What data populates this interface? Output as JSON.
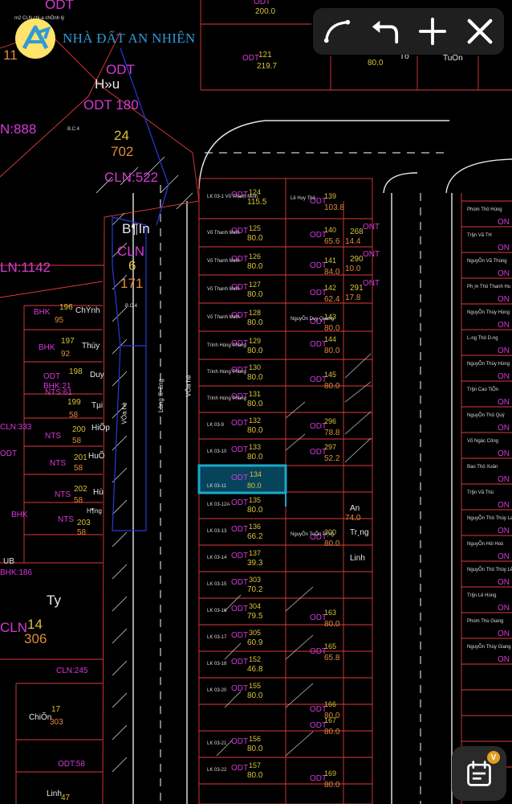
{
  "brand": {
    "name": "NHÀ ĐẤT AN NHIÊN",
    "logo_icon": "an-nhien-logo-icon",
    "accent": "#2f9ad6"
  },
  "toolbar": {
    "icons": [
      "arc-draw-icon",
      "undo-icon",
      "plus-icon",
      "close-icon"
    ]
  },
  "calendar_button": {
    "icon": "calendar-icon",
    "badge": "V"
  },
  "selected_parcel": {
    "label": "ODT",
    "number": "134",
    "area": "80.0",
    "code": "LK 03-11"
  },
  "colors": {
    "parcel_line": "#e03a3a",
    "label": "#d63ad6",
    "area": "#d8c23a",
    "selection": "#1aa8c8"
  },
  "map": {
    "left_labels": [
      {
        "t": "ODT",
        "c": "mag",
        "s": 17
      },
      {
        "t": "11",
        "c": "ora",
        "s": 17
      },
      {
        "t": "m2 CLN chi-a chÖnh lý",
        "c": "sm",
        "s": 6
      },
      {
        "t": "ODT",
        "c": "mag",
        "s": 17
      },
      {
        "t": "H»u",
        "c": "wht",
        "s": 17
      },
      {
        "t": "ODT 180",
        "c": "mag",
        "s": 17
      },
      {
        "t": "N:888",
        "c": "mag",
        "s": 17
      },
      {
        "t": "24",
        "c": "yel",
        "s": 17
      },
      {
        "t": "702",
        "c": "ora",
        "s": 17
      },
      {
        "t": "CLN:522",
        "c": "mag",
        "s": 17
      },
      {
        "t": "B¶In",
        "c": "wht",
        "s": 17
      },
      {
        "t": "CLN",
        "c": "mag",
        "s": 17
      },
      {
        "t": "6",
        "c": "yel",
        "s": 17
      },
      {
        "t": "171",
        "c": "ora",
        "s": 17
      },
      {
        "t": "LN:1142",
        "c": "mag",
        "s": 17
      },
      {
        "t": "BHK",
        "c": "mag",
        "s": 10
      },
      {
        "t": "196",
        "c": "yel",
        "s": 10
      },
      {
        "t": "95",
        "c": "ora",
        "s": 10
      },
      {
        "t": "ChÝnh",
        "c": "wht",
        "s": 10
      },
      {
        "t": "BHK",
        "c": "mag",
        "s": 10
      },
      {
        "t": "197",
        "c": "yel",
        "s": 10
      },
      {
        "t": "92",
        "c": "ora",
        "s": 10
      },
      {
        "t": "Thúy",
        "c": "wht",
        "s": 10
      },
      {
        "t": "ODT",
        "c": "mag",
        "s": 10
      },
      {
        "t": "198",
        "c": "yel",
        "s": 10
      },
      {
        "t": "Duy",
        "c": "wht",
        "s": 10
      },
      {
        "t": "BHK:21",
        "c": "mag",
        "s": 10
      },
      {
        "t": "NTS:61",
        "c": "mag",
        "s": 10
      },
      {
        "t": "199",
        "c": "yel",
        "s": 10
      },
      {
        "t": "58",
        "c": "ora",
        "s": 10
      },
      {
        "t": "Tµi",
        "c": "wht",
        "s": 10
      },
      {
        "t": "CLN:333",
        "c": "mag",
        "s": 10
      },
      {
        "t": "NTS",
        "c": "mag",
        "s": 10
      },
      {
        "t": "200",
        "c": "yel",
        "s": 10
      },
      {
        "t": "58",
        "c": "ora",
        "s": 10
      },
      {
        "t": "HiÕp",
        "c": "wht",
        "s": 10
      },
      {
        "t": "ODT",
        "c": "mag",
        "s": 10
      },
      {
        "t": "NTS",
        "c": "mag",
        "s": 10
      },
      {
        "t": "201",
        "c": "yel",
        "s": 10
      },
      {
        "t": "58",
        "c": "ora",
        "s": 10
      },
      {
        "t": "HuÕ",
        "c": "wht",
        "s": 10
      },
      {
        "t": "NTS",
        "c": "mag",
        "s": 10
      },
      {
        "t": "202",
        "c": "yel",
        "s": 10
      },
      {
        "t": "58",
        "c": "ora",
        "s": 10
      },
      {
        "t": "Hù",
        "c": "wht",
        "s": 10
      },
      {
        "t": "BHK",
        "c": "mag",
        "s": 10
      },
      {
        "t": "H¶ng",
        "c": "wht",
        "s": 8
      },
      {
        "t": "NTS",
        "c": "mag",
        "s": 10
      },
      {
        "t": "203",
        "c": "yel",
        "s": 10
      },
      {
        "t": "58",
        "c": "ora",
        "s": 10
      },
      {
        "t": "UB",
        "c": "wht",
        "s": 10
      },
      {
        "t": "BHK:186",
        "c": "mag",
        "s": 10
      },
      {
        "t": "Ty",
        "c": "wht",
        "s": 17
      },
      {
        "t": "CLN",
        "c": "mag",
        "s": 17
      },
      {
        "t": "14",
        "c": "yel",
        "s": 17
      },
      {
        "t": "306",
        "c": "ora",
        "s": 17
      },
      {
        "t": "CLN:245",
        "c": "mag",
        "s": 10
      },
      {
        "t": "17",
        "c": "yel",
        "s": 10
      },
      {
        "t": "ChiÕn",
        "c": "wht",
        "s": 10
      },
      {
        "t": "303",
        "c": "ora",
        "s": 10
      },
      {
        "t": "ODT:58",
        "c": "mag",
        "s": 10
      },
      {
        "t": "Linh",
        "c": "wht",
        "s": 10
      },
      {
        "t": "47",
        "c": "yel",
        "s": 10
      },
      {
        "t": "B.C.4",
        "c": "sm",
        "s": 6
      },
      {
        "t": "B.C.4",
        "c": "sm",
        "s": 6
      }
    ],
    "top_labels": [
      {
        "t": "ODT",
        "c": "mag",
        "s": 10
      },
      {
        "t": "200.0",
        "c": "yel",
        "s": 10
      },
      {
        "t": "ODT",
        "c": "mag",
        "s": 10
      },
      {
        "t": "121",
        "c": "yel",
        "s": 10
      },
      {
        "t": "219.7",
        "c": "yel",
        "s": 10
      },
      {
        "t": "80.0",
        "c": "yel",
        "s": 10
      },
      {
        "t": "Tô",
        "c": "wht",
        "s": 10
      },
      {
        "t": "TuÕn",
        "c": "wht",
        "s": 10
      }
    ],
    "column_a": [
      {
        "n": "124",
        "a": "115.5",
        "o": "LK 03-1 Võ Thanh Minh"
      },
      {
        "n": "125",
        "a": "80.0",
        "o": "Võ Thanh Minh"
      },
      {
        "n": "126",
        "a": "80.0",
        "o": "Võ Thanh Minh"
      },
      {
        "n": "127",
        "a": "80.0",
        "o": "Võ Thanh Minh"
      },
      {
        "n": "128",
        "a": "80.0",
        "o": "Võ Thanh Minh"
      },
      {
        "n": "129",
        "a": "80.0",
        "o": "Trình Hùng Phong"
      },
      {
        "n": "130",
        "a": "80.0",
        "o": "Trình Hùng Phong"
      },
      {
        "n": "131",
        "a": "80.0",
        "o": "Trình Hùng Phong"
      },
      {
        "n": "132",
        "a": "80.0",
        "o": "LK 03-9"
      },
      {
        "n": "133",
        "a": "80.0",
        "o": "LK 03-10"
      },
      {
        "n": "134",
        "a": "80.0",
        "o": "LK 03-11"
      },
      {
        "n": "135",
        "a": "80.0",
        "o": "LK 03-12A"
      },
      {
        "n": "136",
        "a": "66.2",
        "o": "LK 03-13"
      },
      {
        "n": "137",
        "a": "39.3",
        "o": "LK 03-14"
      },
      {
        "n": "303",
        "a": "70.2",
        "o": "LK 03-15"
      },
      {
        "n": "304",
        "a": "79.5",
        "o": "LK 03-16"
      },
      {
        "n": "305",
        "a": "60.9",
        "o": "LK 03-17"
      },
      {
        "n": "152",
        "a": "46.8",
        "o": "LK 03-18"
      },
      {
        "n": "155",
        "a": "80.0",
        "o": "LK 03-20"
      },
      {
        "n": "156",
        "a": "80.0",
        "o": "LK 03-21"
      },
      {
        "n": "157",
        "a": "80.0",
        "o": "LK 03-22"
      }
    ],
    "column_b": [
      {
        "n": "139",
        "a": "103.8",
        "o": "Lê Huy Thô"
      },
      {
        "n": "140",
        "a": "65.6",
        "o": ""
      },
      {
        "n": "141",
        "a": "84.0",
        "o": ""
      },
      {
        "n": "142",
        "a": "62.4",
        "o": ""
      },
      {
        "n": "143",
        "a": "80.0",
        "o": "NguyÕn Duy Quang"
      },
      {
        "n": "144",
        "a": "80.0",
        "o": ""
      },
      {
        "n": "145",
        "a": "80.0",
        "o": ""
      },
      {
        "n": "296",
        "a": "78.8",
        "o": ""
      },
      {
        "n": "297",
        "a": "52.2",
        "o": ""
      },
      {
        "n": "300",
        "a": "80.0",
        "o": "NguyÕn TuÕn Tr¸ng"
      },
      {
        "n": "163",
        "a": "80.0",
        "o": ""
      },
      {
        "n": "165",
        "a": "65.8",
        "o": ""
      },
      {
        "n": "166",
        "a": "80.0",
        "o": ""
      },
      {
        "n": "167",
        "a": "80.0",
        "o": ""
      },
      {
        "n": "169",
        "a": "80.0",
        "o": ""
      }
    ],
    "column_c": [
      {
        "n": "268",
        "a": "14.4"
      },
      {
        "n": "290",
        "a": "10.0"
      },
      {
        "n": "291",
        "a": "17.8"
      },
      {
        "n": "An",
        "a": "74.0"
      },
      {
        "n": "Tr¸ng",
        "a": ""
      },
      {
        "n": "Linh",
        "a": ""
      }
    ],
    "column_d": [
      {
        "o": "Phùm Thö Hùng"
      },
      {
        "o": "Tr§n Vã TH"
      },
      {
        "o": "NguyÕn Vã Thùng"
      },
      {
        "o": "Ph¸m Thö Thanh Hu"
      },
      {
        "o": "NguyÕn Thùy Hùng"
      },
      {
        "o": "L-ng Thö D-ng"
      },
      {
        "o": "NguyÕn Thùy Hùng"
      },
      {
        "o": "Tr§n Cao TiÕn"
      },
      {
        "o": "NguyÕn Thö Quý"
      },
      {
        "o": "Võ Ngäc Công"
      },
      {
        "o": "Bao Thö Xuân"
      },
      {
        "o": "Tr§n Vã Thù"
      },
      {
        "o": "NguyÕn Thö Thùy Lan"
      },
      {
        "o": "NguyÕn Höi Hoù"
      },
      {
        "o": "NguyÕn Thö Thùy Lê"
      },
      {
        "o": "Tr§n Lê Hùng"
      },
      {
        "o": "Phùm Thù Giang"
      },
      {
        "o": "NguyÕn Thùy Giang"
      }
    ],
    "road_labels": [
      "VÖa hè",
      "Lòng ®-êng",
      "VÖa hè"
    ]
  }
}
